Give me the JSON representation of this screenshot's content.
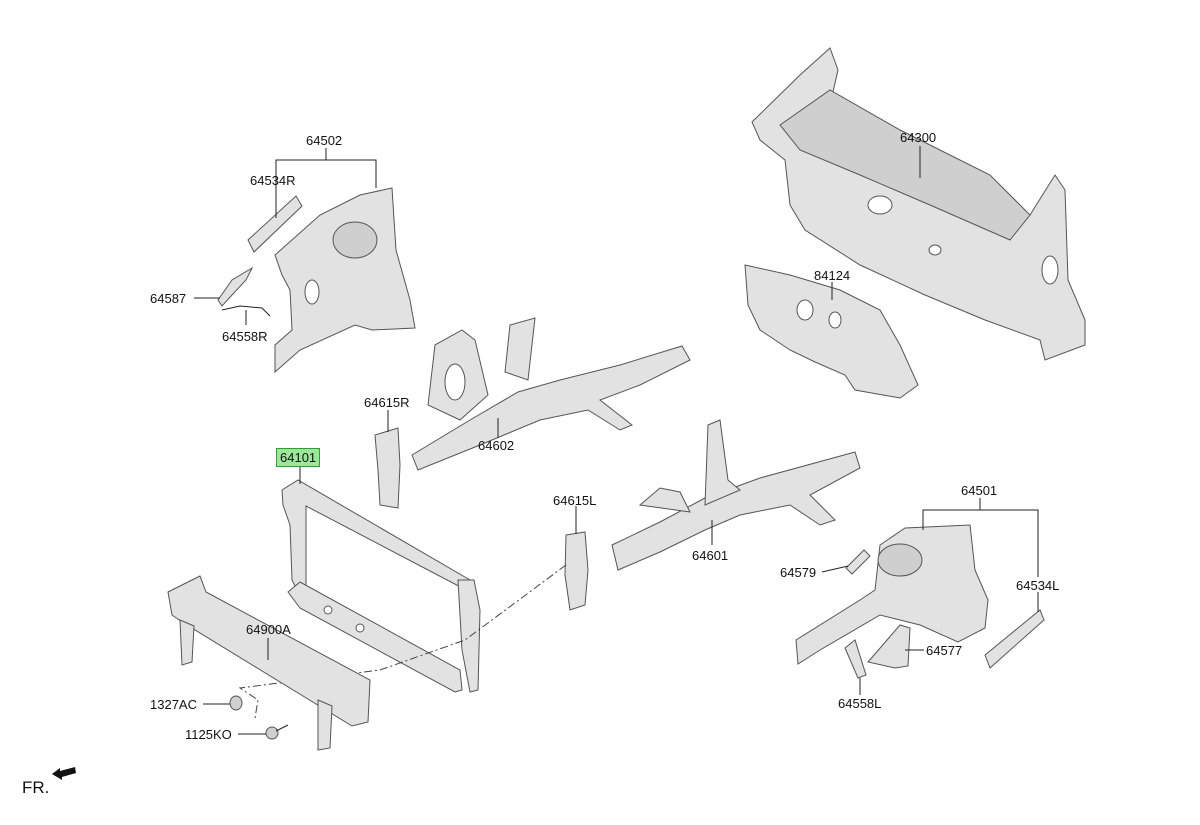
{
  "diagram": {
    "highlight_color": "#9be89b",
    "part_color": "#e2e2e2",
    "part_outline_color": "#555555",
    "parts": [
      {
        "id": "p64502",
        "label": "64502"
      },
      {
        "id": "p64534R",
        "label": "64534R"
      },
      {
        "id": "p64587",
        "label": "64587"
      },
      {
        "id": "p64558R",
        "label": "64558R"
      },
      {
        "id": "p64300",
        "label": "64300"
      },
      {
        "id": "p84124",
        "label": "84124"
      },
      {
        "id": "p64615R",
        "label": "64615R"
      },
      {
        "id": "p64602",
        "label": "64602"
      },
      {
        "id": "p64101",
        "label": "64101",
        "highlighted": true
      },
      {
        "id": "p64615L",
        "label": "64615L"
      },
      {
        "id": "p64501",
        "label": "64501"
      },
      {
        "id": "p64601",
        "label": "64601"
      },
      {
        "id": "p64579",
        "label": "64579"
      },
      {
        "id": "p64534L",
        "label": "64534L"
      },
      {
        "id": "p64900A",
        "label": "64900A"
      },
      {
        "id": "p64577",
        "label": "64577"
      },
      {
        "id": "p1327AC",
        "label": "1327AC"
      },
      {
        "id": "p64558L",
        "label": "64558L"
      },
      {
        "id": "p1125KO",
        "label": "1125KO"
      }
    ],
    "orientation": {
      "label": "FR.",
      "icon": "arrow-left-icon"
    }
  }
}
